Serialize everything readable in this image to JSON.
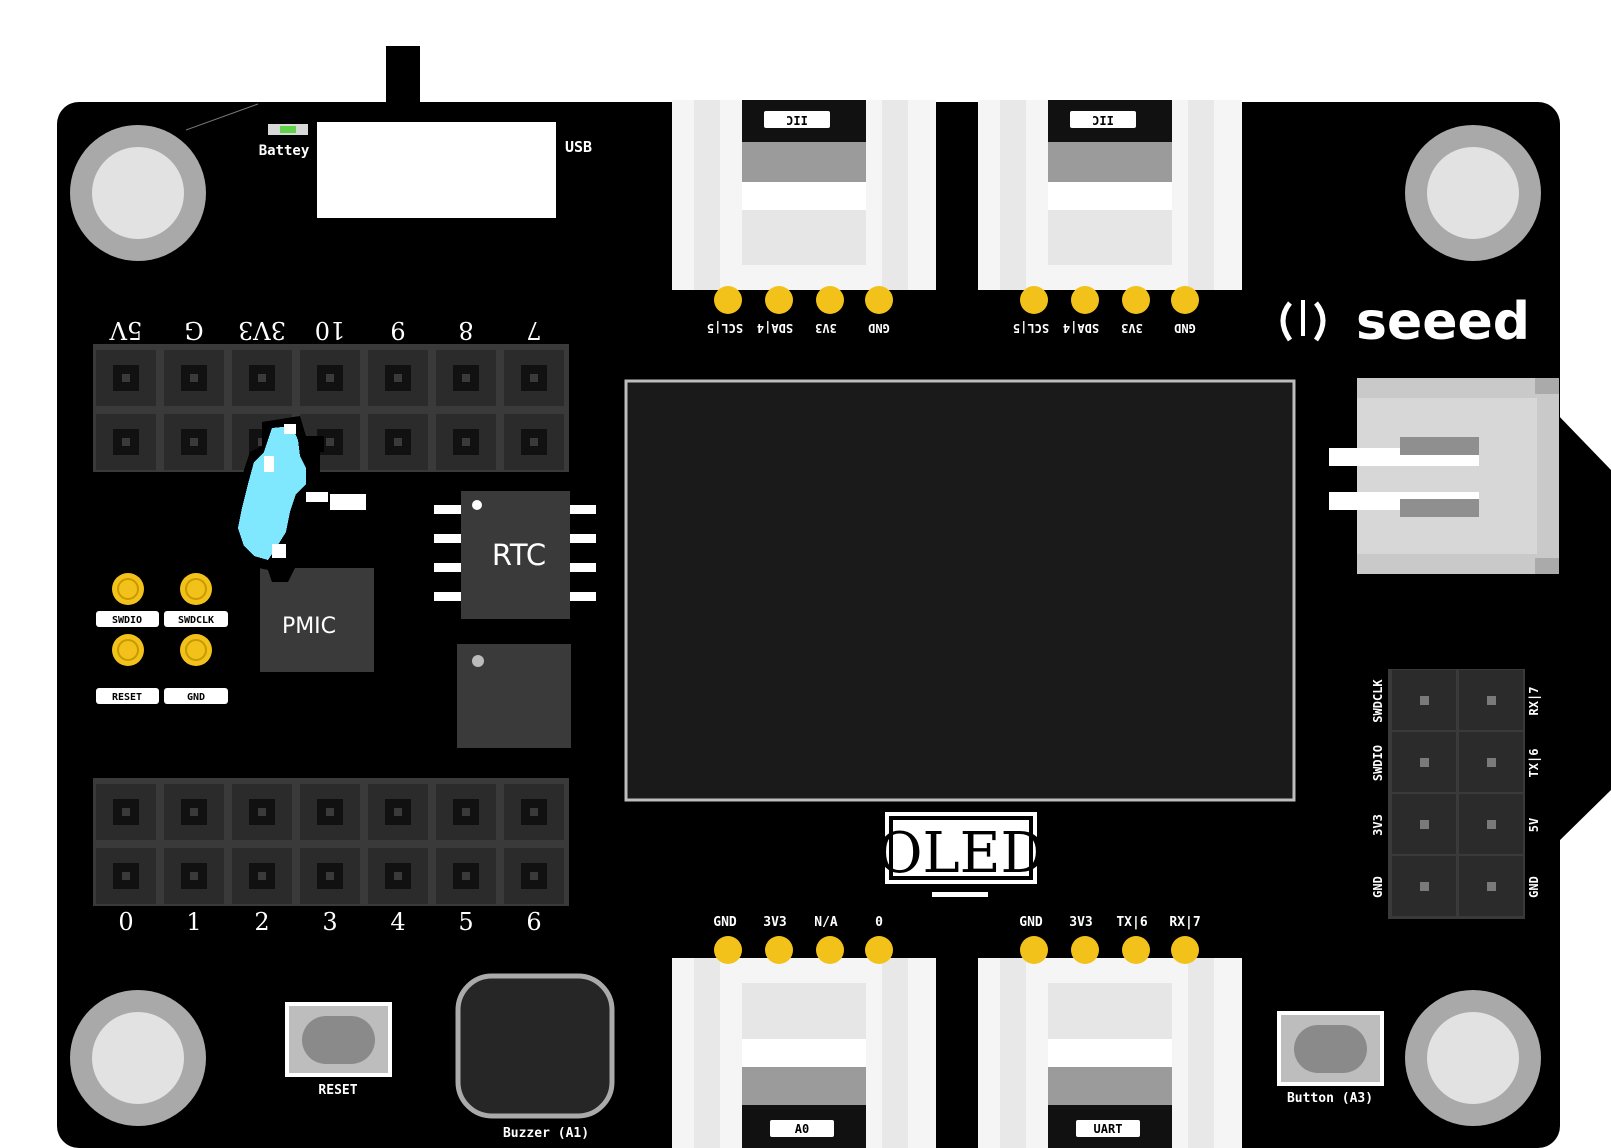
{
  "board": {
    "brand": "seeed",
    "battery_label": "Battey",
    "usb_label": "USB",
    "rtc_label": "RTC",
    "pmic_label": "PMIC",
    "oled_label": "OLED",
    "reset_label": "RESET",
    "buzzer_label": "Buzzer (A1)",
    "button_label": "Button (A3)"
  },
  "top_pins": [
    "5V",
    "G",
    "3V3",
    "10",
    "9",
    "8",
    "7"
  ],
  "bottom_pins": [
    "0",
    "1",
    "2",
    "3",
    "4",
    "5",
    "6"
  ],
  "debug_pads": [
    "SWDIO",
    "SWDCLK",
    "RESET",
    "GND"
  ],
  "top_left_grove": {
    "tag": "IIC",
    "pins": [
      "SCL|5",
      "SDA|4",
      "3V3",
      "GND"
    ]
  },
  "top_right_grove": {
    "tag": "IIC",
    "pins": [
      "SCL|5",
      "SDA|4",
      "3V3",
      "GND"
    ]
  },
  "bottom_left_grove": {
    "tag": "A0",
    "pins": [
      "GND",
      "3V3",
      "N/A",
      "0"
    ]
  },
  "bottom_right_grove": {
    "tag": "UART",
    "pins": [
      "GND",
      "3V3",
      "TX|6",
      "RX|7"
    ]
  },
  "right_header": {
    "left_labels": [
      "SWDCLK",
      "SWDIO",
      "3V3",
      "GND"
    ],
    "right_labels": [
      "RX|7",
      "TX|6",
      "5V",
      "GND"
    ]
  },
  "colors": {
    "board": "#000000",
    "pad": "#f2c21b",
    "header": "#3a3a3a",
    "cursor": "#7fe8ff"
  },
  "icons": [
    "seeed-logo-icon",
    "pointer-cursor-icon"
  ]
}
